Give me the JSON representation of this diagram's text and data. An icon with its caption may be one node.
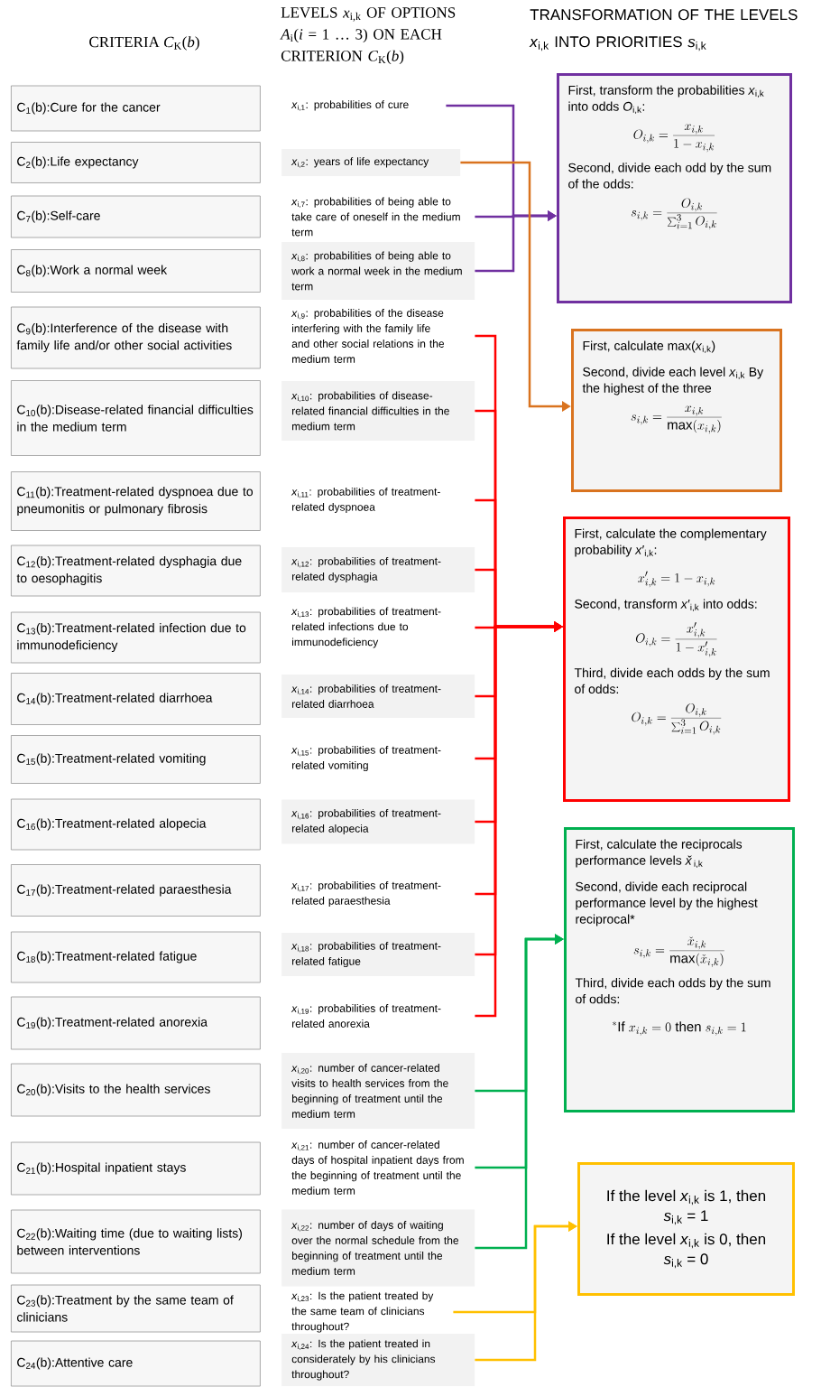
{
  "diagram": {
    "nodes": [
      {
        "text": [
          "C$_{1}$(b):Cure for the cancer"
        ]
      },
      {
        "text": [
          "C$_{2}$(b):Life expectancy"
        ]
      },
      {
        "text": [
          "C$_{7}$(b):Self-care"
        ]
      },
      {
        "text": [
          "C$_{8}$(b):Work a normal week"
        ]
      },
      {
        "text": [
          "C$_{9}$(b):Interference of the disease with family life and/or other social activities"
        ]
      },
      {
        "text": [
          "C$_{10}$(b):Disease-related financial difficulties in the medium term"
        ]
      },
      {
        "text": [
          "C$_{11}$(b):Treatment-related dyspnoea due to pneumonitis or pulmonary fibrosis"
        ]
      },
      {
        "text": [
          "C$_{12}$(b):Treatment-related dysphagia due to oesophagitis"
        ]
      },
      {
        "text": [
          "C$_{13}$(b):Treatment-related infection due to immunodeficiency"
        ]
      },
      {
        "text": [
          "C$_{14}$(b):Treatment-related diarrhoea"
        ]
      },
      {
        "text": [
          "C$_{15}$(b):Treatment-related vomiting"
        ]
      },
      {
        "text": [
          "C$_{16}$(b):Treatment-related alopecia"
        ]
      },
      {
        "text": [
          "C$_{17}$(b):Treatment-related paraesthesia"
        ]
      },
      {
        "text": [
          "C$_{18}$(b):Treatment-related fatigue"
        ]
      },
      {
        "text": [
          "C$_{19}$(b):Treatment-related anorexia"
        ]
      },
      {
        "text": [
          "C$_{20}$(b):Visits to the health services"
        ]
      },
      {
        "text": [
          "C$_{21}$(b):Hospital inpatient stays"
        ]
      },
      {
        "text": [
          "C$_{22}$(b):Waiting time (due to waiting lists) between interventions"
        ]
      },
      {
        "text": [
          "C$_{23}$(b):Treatment by the same team of clinicians"
        ]
      },
      {
        "text": [
          "C$_{24}$(b):Attentive care"
        ]
      },
      {
        "text": [
          "*x*$_{i,1}$: probabilities of cure"
        ]
      },
      {
        "text": [
          "*x*$_{i,2}$: years of life expectancy"
        ]
      },
      {
        "text": [
          "*x*$_{i,7}$: probabilities of being able to take care of oneself in the medium term"
        ]
      },
      {
        "text": [
          "*x*$_{i,8}$: probabilities of being able to work a normal week in the medium term"
        ]
      },
      {
        "text": [
          "*x*$_{i,9}$: probabilities of the disease interfering with the family life and other social relations in the medium term"
        ]
      },
      {
        "text": [
          "*x*$_{i,10}$: probabilities of disease-related financial difficulties in the medium term"
        ]
      },
      {
        "text": [
          "*x*$_{i,11}$: probabilities of treatment-related dyspnoea"
        ]
      },
      {
        "text": [
          "*x*$_{i,12}$: probabilities of treatment-related dysphagia"
        ]
      },
      {
        "text": [
          "*x*$_{i,13}$: probabilities of treatment-related infections due to immunodeficiency"
        ]
      },
      {
        "text": [
          "*x*$_{i,14}$: probabilities of treatment-related diarrhoea"
        ]
      },
      {
        "text": [
          "*x*$_{i,15}$: probabilities of treatment-related vomiting"
        ]
      },
      {
        "text": [
          "*x*$_{i,16}$: probabilities of treatment-related alopecia"
        ]
      },
      {
        "text": [
          "*x*$_{i,17}$: probabilities of treatment-related paraesthesia"
        ]
      },
      {
        "text": [
          "*x*$_{i,18}$: probabilities of treatment-related fatigue"
        ]
      },
      {
        "text": [
          "*x*$_{i,19}$: probabilities of treatment-related anorexia"
        ]
      },
      {
        "text": [
          "*x*$_{i,20}$: number of cancer-related visits to health services from the beginning of treatment until the medium term"
        ]
      },
      {
        "text": [
          "*x*$_{i,21}$: number of cancer-related days of hospital inpatient days from the beginning of treatment until the medium term"
        ]
      },
      {
        "text": [
          "*x*$_{i,22}$: number of days of waiting over the normal schedule from the beginning of treatment until the medium term"
        ]
      },
      {
        "text": [
          "*x*$_{i,23}$: Is the patient treated by the same team of clinicians throughout?"
        ]
      },
      {
        "text": [
          "*x*$_{i,24}$: Is the patient treated in considerately by his clinicians throughout?"
        ]
      },
      {
        "text": [
          "First, transform the probabilities *x*$_{i,k}$ into odds *O*$_{i,k}$:",
          "O_{i,k} = \\frac{x_{i,k}}{1 - x_{i,k}}",
          "Second, divide each odd by the sum of the odds:",
          "s_{i,k} = \\frac{O_{i,k}}{\\sum_{i=1}^{3} O_{i,k}}"
        ]
      },
      {
        "text": [
          "First, calculate max(*x*$_{i,k}$)",
          "Second, divide each level *x*$_{i,k}$ By the highest of the three",
          "s_{i,k} = \\frac{x_{i,k}}{\\max(x_{i,k})}"
        ]
      },
      {
        "text": [
          "First, calculate the complementary probability *x*′$_{i,k}$:",
          "x'_{i,k} = 1 - x_{i,k}",
          "Second, transform *x*′$_{i,k}$ into odds:",
          "O_{i,k} = \\frac{x'_{i,k}}{1 - x'_{i,k}}",
          "Third, divide each odds by the sum of odds:",
          "O_{i,k} = \\frac{O_{i,k}}{\\sum_{i=1}^{3} O_{i,k}}"
        ]
      },
      {
        "text": [
          "First, calculate the reciprocals performance levels *x̌*$_{i,k}$",
          "Second, divide each reciprocal performance level by the highest reciprocal*",
          "s_{i,k} = \\frac{\\check{x}_{i,k}}{\\max(\\check{x}_{i,k})}",
          "Third, divide each odds by the sum of odds:",
          "{}^{*}\\mathrm{If}\\ x_{i,k} = 0\\ \\mathrm{then}\\ s_{i,k} = 1"
        ]
      },
      {
        "text": [
          "If the level *x*$_{i,k}$ is 1, then *s*$_{i,k}$ = 1",
          "If the level *x*$_{i,k}$ is 0, then *s*$_{i,k}$ = 0"
        ]
      }
    ],
    "edges": [
      {
        "from": 20,
        "to": 40,
        "arrow": "to",
        "color": "#7030a0"
      },
      {
        "from": 22,
        "to": 40,
        "arrow": "to",
        "color": "#7030a0"
      },
      {
        "from": 23,
        "to": 40,
        "arrow": "to",
        "color": "#7030a0"
      },
      {
        "from": 21,
        "to": 41,
        "arrow": "to",
        "color": "#d9731f"
      },
      {
        "from": 24,
        "to": 42,
        "arrow": "to"
      },
      {
        "from": 25,
        "to": 42,
        "arrow": "to"
      },
      {
        "from": 26,
        "to": 42,
        "arrow": "to"
      },
      {
        "from": 27,
        "to": 42,
        "arrow": "to"
      },
      {
        "from": 28,
        "to": 42,
        "arrow": "to"
      },
      {
        "from": 29,
        "to": 42,
        "arrow": "to"
      },
      {
        "from": 30,
        "to": 42,
        "arrow": "to"
      },
      {
        "from": 31,
        "to": 42,
        "arrow": "to"
      },
      {
        "from": 32,
        "to": 42,
        "arrow": "to"
      },
      {
        "from": 33,
        "to": 42,
        "arrow": "to"
      },
      {
        "from": 34,
        "to": 42,
        "arrow": "to"
      },
      {
        "from": 35,
        "to": 43,
        "arrow": "to",
        "color": "#00b050"
      },
      {
        "from": 36,
        "to": 43,
        "arrow": "to",
        "color": "#00b050"
      },
      {
        "from": 37,
        "to": 43,
        "arrow": "to",
        "color": "#00b050"
      },
      {
        "from": 38,
        "to": 44,
        "arrow": "to",
        "color": "#ffc000"
      },
      {
        "from": 39,
        "to": 44,
        "arrow": "to",
        "color": "#ffc000"
      }
    ],
    "labels": [
      "CRITERIA *C*$_{K}$(*b*)",
      "LEVELS *x*$_{i,k}$ OF OPTIONS *A*$_{i}$(*i* = 1 … 3) ON EACH CRITERION *C*$_{K}$(*b*)",
      "TRANSFORMATION OF THE LEVELS *x*$_{i,k}$ INTO PRIORITIES *s*$_{i,k}$"
    ]
  }
}
